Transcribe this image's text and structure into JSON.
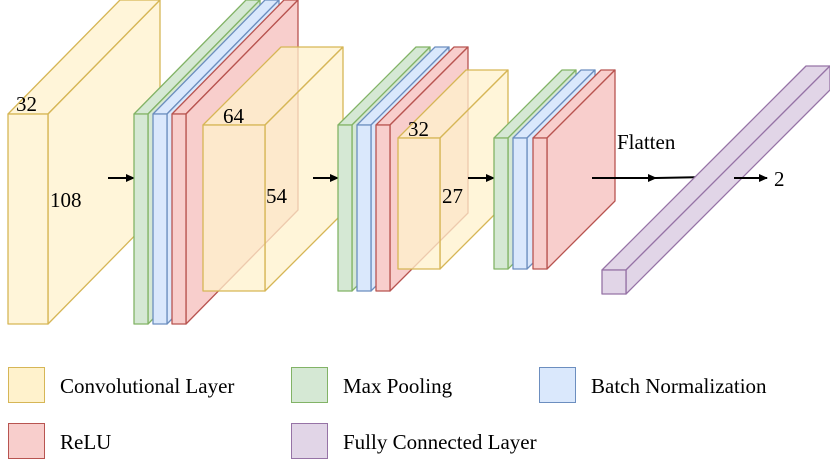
{
  "colors": {
    "conv_fill": "#FFF2CC",
    "conv_stroke": "#D6B656",
    "pool_fill": "#D5E8D4",
    "pool_stroke": "#82B366",
    "bn_fill": "#DAE8FC",
    "bn_stroke": "#6C8EBF",
    "relu_fill": "#F8CECC",
    "relu_stroke": "#B85450",
    "fc_fill": "#E1D5E7",
    "fc_stroke": "#9673A6",
    "arrow": "#000000"
  },
  "blocks": [
    {
      "type": "conv",
      "depth_label": "32",
      "size_label": "108"
    },
    {
      "type": "conv",
      "depth_label": "64",
      "size_label": "54"
    },
    {
      "type": "conv",
      "depth_label": "32",
      "size_label": "27"
    }
  ],
  "flatten_label": "Flatten",
  "output_label": "2",
  "legend": [
    {
      "icon": "conv-layer-swatch",
      "label": "Convolutional Layer",
      "color": "#FFF2CC",
      "border": "#D6B656"
    },
    {
      "icon": "max-pooling-swatch",
      "label": "Max Pooling",
      "color": "#D5E8D4",
      "border": "#82B366"
    },
    {
      "icon": "batch-norm-swatch",
      "label": "Batch Normalization",
      "color": "#DAE8FC",
      "border": "#6C8EBF"
    },
    {
      "icon": "relu-swatch",
      "label": "ReLU",
      "color": "#F8CECC",
      "border": "#B85450"
    },
    {
      "icon": "fully-connected-swatch",
      "label": "Fully Connected Layer",
      "color": "#E1D5E7",
      "border": "#9673A6"
    }
  ]
}
